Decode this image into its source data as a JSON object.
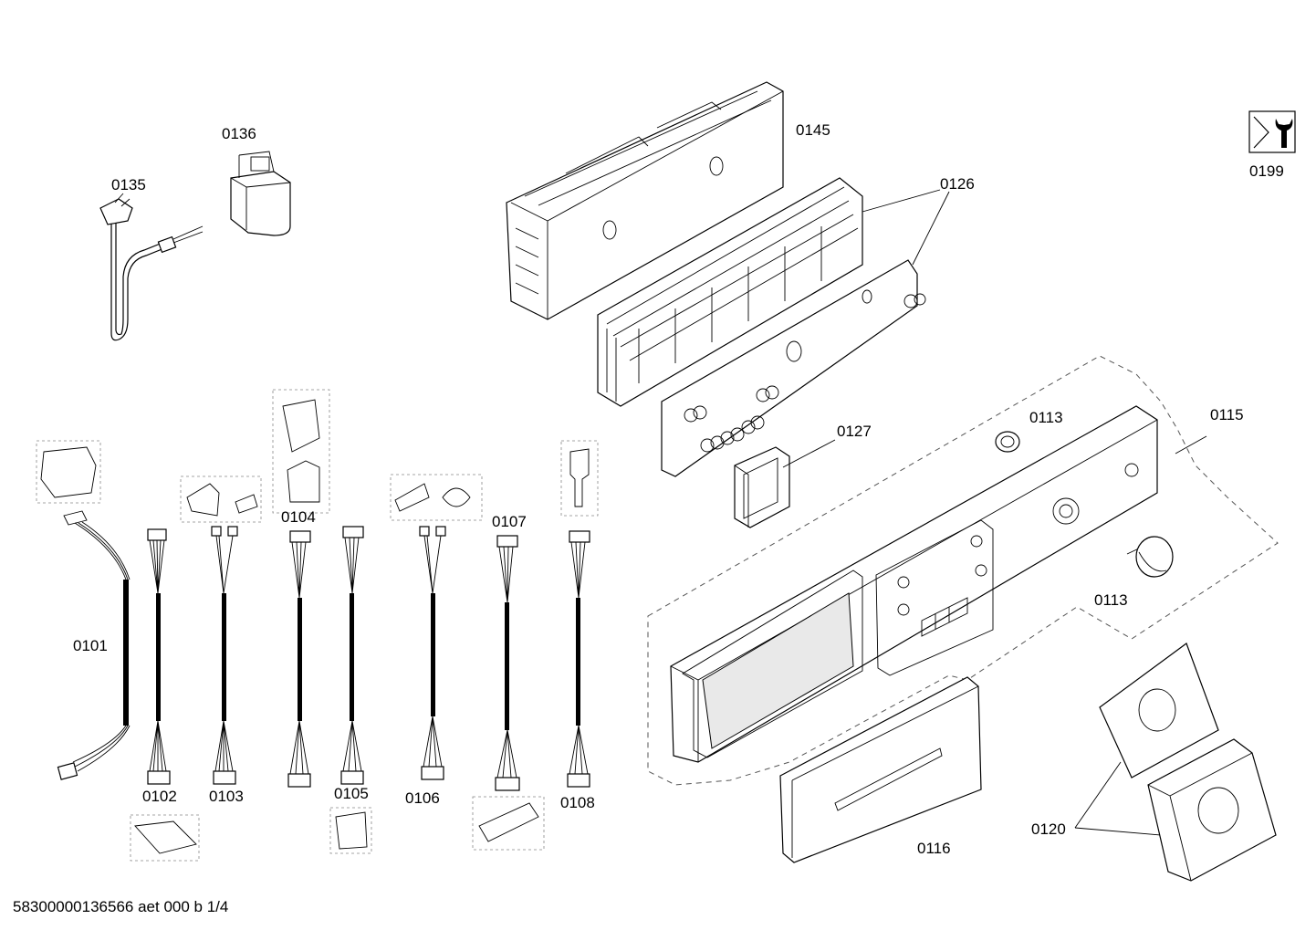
{
  "parts": [
    {
      "id": "p0101",
      "label": "0101"
    },
    {
      "id": "p0102",
      "label": "0102"
    },
    {
      "id": "p0103",
      "label": "0103"
    },
    {
      "id": "p0104",
      "label": "0104"
    },
    {
      "id": "p0105",
      "label": "0105"
    },
    {
      "id": "p0106",
      "label": "0106"
    },
    {
      "id": "p0107",
      "label": "0107"
    },
    {
      "id": "p0108",
      "label": "0108"
    },
    {
      "id": "p0113a",
      "label": "0113"
    },
    {
      "id": "p0113b",
      "label": "0113"
    },
    {
      "id": "p0115",
      "label": "0115"
    },
    {
      "id": "p0116",
      "label": "0116"
    },
    {
      "id": "p0120",
      "label": "0120"
    },
    {
      "id": "p0126",
      "label": "0126"
    },
    {
      "id": "p0127",
      "label": "0127"
    },
    {
      "id": "p0135",
      "label": "0135"
    },
    {
      "id": "p0136",
      "label": "0136"
    },
    {
      "id": "p0145",
      "label": "0145"
    },
    {
      "id": "p0199",
      "label": "0199"
    }
  ],
  "footer": {
    "doc_id": "58300000136566 aet 000 b 1/4"
  },
  "icons": {
    "service": "wrench-service-icon"
  }
}
